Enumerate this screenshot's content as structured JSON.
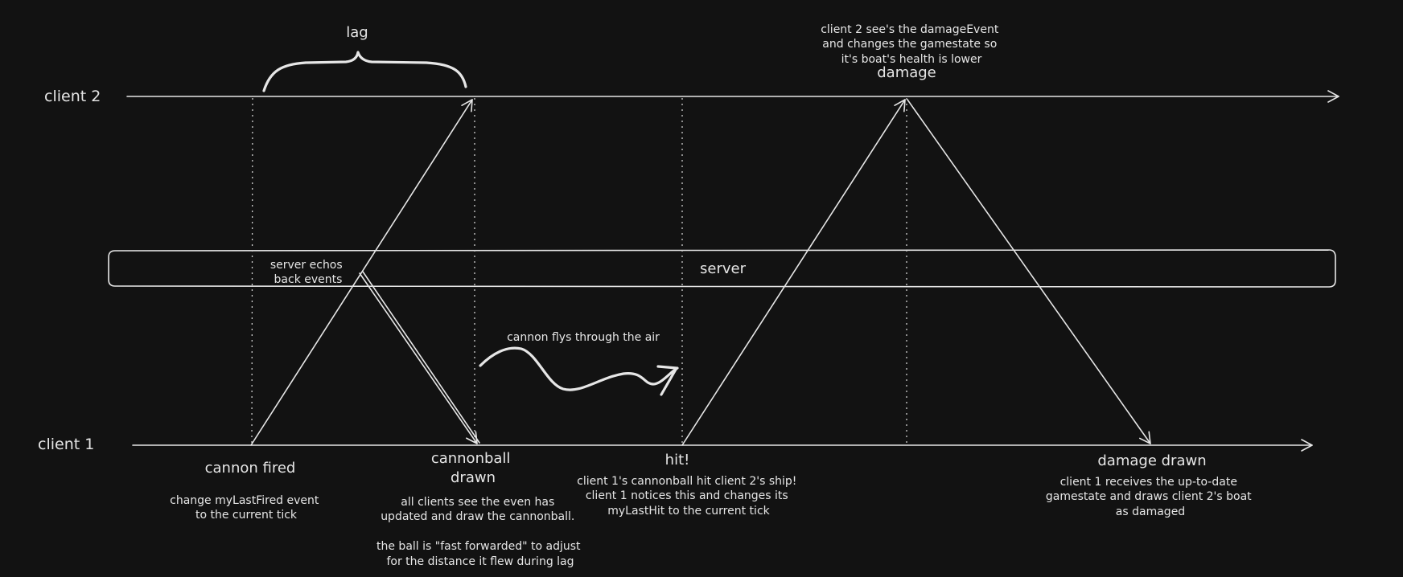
{
  "timelines": {
    "client2": "client 2",
    "client1": "client 1",
    "server": "server"
  },
  "labels": {
    "lag": "lag",
    "server_echo": [
      "server echos",
      "back events"
    ],
    "cannon_flys": "cannon flys through the air",
    "damage_top": "damage",
    "client2_note": [
      "client 2 see's the damageEvent",
      "and changes the gamestate so",
      "it's boat's health is lower"
    ]
  },
  "events": {
    "cannon_fired": {
      "title": [
        "cannon fired"
      ],
      "note": [
        "change myLastFired event",
        "to the current tick"
      ]
    },
    "cannonball_drawn": {
      "title": [
        "cannonball",
        "drawn"
      ],
      "note": [
        "all clients see the even has",
        "updated and draw the cannonball.",
        "",
        "the ball is \"fast forwarded\" to adjust",
        "for the distance it flew during lag"
      ]
    },
    "hit": {
      "title": [
        "hit!"
      ],
      "note": [
        "client 1's cannonball hit client 2's ship!",
        "client 1 notices this and changes its",
        "myLastHit to the current tick"
      ]
    },
    "damage_drawn": {
      "title": [
        "damage drawn"
      ],
      "note": [
        "client 1 receives the up-to-date",
        "gamestate and draws client 2's boat",
        "as damaged"
      ]
    }
  }
}
